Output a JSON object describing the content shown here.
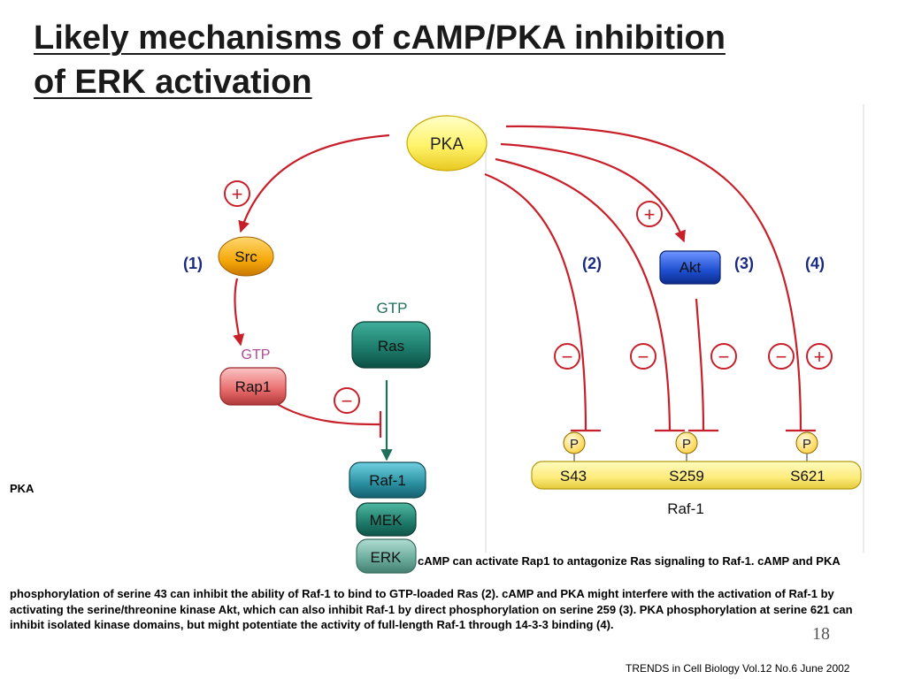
{
  "slide": {
    "title_line1": "Likely mechanisms of cAMP/PKA inhibition",
    "title_line2": "of ERK activation",
    "side_label": "PKA",
    "caption_right": "cAMP can activate Rap1 to antagonize Ras signaling to Raf-1. cAMP and PKA",
    "caption": "phosphorylation of serine 43 can inhibit the ability of Raf-1 to bind to GTP-loaded Ras (2). cAMP and PKA might interfere with the activation of Raf-1 by activating the serine/threonine kinase Akt, which can also inhibit Raf-1 by direct phosphorylation on serine 259 (3). PKA phosphorylation at serine 621 can inhibit isolated kinase domains, but might potentiate the activity of full-length Raf-1 through 14-3-3 binding (4).",
    "slide_number": "18",
    "citation": "TRENDS in Cell Biology Vol.12 No.6 June 2002"
  },
  "diagram": {
    "nodes": {
      "pka": "PKA",
      "src": "Src",
      "akt": "Akt",
      "rap1": "Rap1",
      "rap1_gtp": "GTP",
      "ras": "Ras",
      "ras_gtp": "GTP",
      "raf1": "Raf-1",
      "mek": "MEK",
      "erk": "ERK"
    },
    "mechanism_labels": [
      "(1)",
      "(2)",
      "(3)",
      "(4)"
    ],
    "signs": {
      "plus": "+",
      "minus": "−"
    },
    "phospho": {
      "p": "P",
      "sites": [
        "S43",
        "S259",
        "S621"
      ],
      "bar_label": "Raf-1"
    },
    "colors": {
      "arrow_red": "#c8202a",
      "pka_fill": "#fff36a",
      "src_fill": "#f5a80a",
      "akt_fill": "#1e4fd1",
      "rap1_fill": "#e86b6b",
      "ras_fill": "#1c7a6a",
      "raf1_fill": "#2a8fa0",
      "mek_fill": "#1e7a6a",
      "erk_fill": "#6aaa9a",
      "gtp_ras": "#1f6f5a",
      "gtp_rap1": "#b04a9a",
      "yellow_bar": "#fdeb7a",
      "label_blue": "#1a2a80"
    }
  }
}
